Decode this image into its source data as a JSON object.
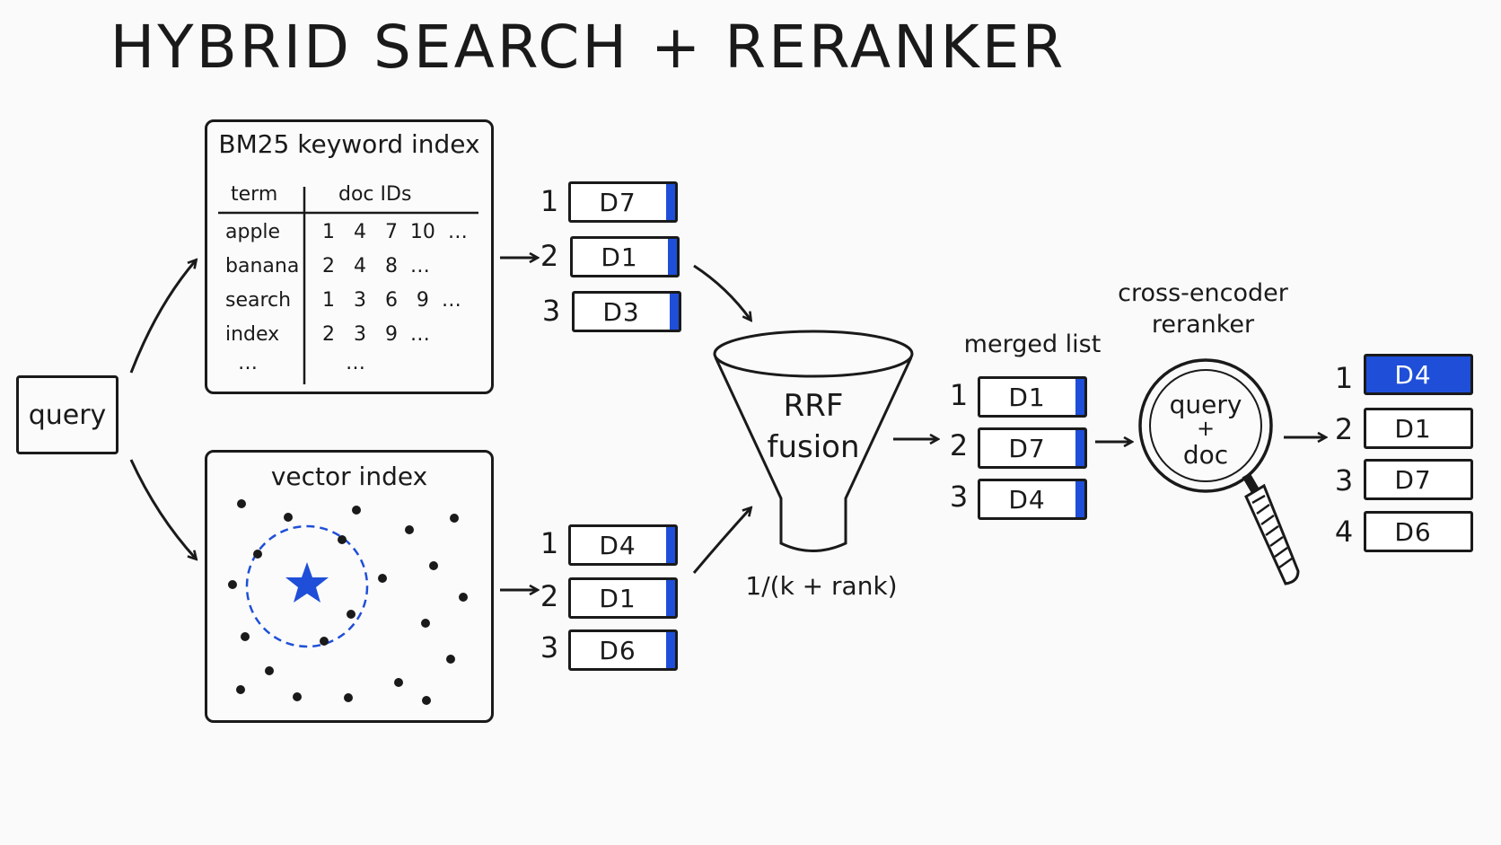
{
  "title": "HYBRID SEARCH + RERANKER",
  "query_label": "query",
  "bm25": {
    "title": "BM25 keyword index",
    "col_term": "term",
    "col_docs": "doc IDs",
    "rows": [
      {
        "term": "apple",
        "docs": "1   4   7  10  …"
      },
      {
        "term": "banana",
        "docs": "2   4   8  …"
      },
      {
        "term": "search",
        "docs": "1   3   6   9  …"
      },
      {
        "term": "index",
        "docs": "2   3   9  …"
      },
      {
        "term": "…",
        "docs": "…"
      }
    ]
  },
  "vector": {
    "title": "vector index"
  },
  "bm25_results": [
    {
      "rank": "1",
      "doc": "D7"
    },
    {
      "rank": "2",
      "doc": "D1"
    },
    {
      "rank": "3",
      "doc": "D3"
    }
  ],
  "vector_results": [
    {
      "rank": "1",
      "doc": "D4"
    },
    {
      "rank": "2",
      "doc": "D1"
    },
    {
      "rank": "3",
      "doc": "D6"
    }
  ],
  "fusion": {
    "line1": "RRF",
    "line2": "fusion",
    "formula": "1/(k + rank)"
  },
  "merged": {
    "title": "merged list",
    "items": [
      {
        "rank": "1",
        "doc": "D1"
      },
      {
        "rank": "2",
        "doc": "D7"
      },
      {
        "rank": "3",
        "doc": "D4"
      }
    ]
  },
  "reranker": {
    "title_line1": "cross-encoder",
    "title_line2": "reranker",
    "lens_line1": "query",
    "lens_line2": "+",
    "lens_line3": "doc"
  },
  "final": [
    {
      "rank": "1",
      "doc": "D4"
    },
    {
      "rank": "2",
      "doc": "D1"
    },
    {
      "rank": "3",
      "doc": "D7"
    },
    {
      "rank": "4",
      "doc": "D6"
    }
  ],
  "colors": {
    "accent": "#1f4fd8",
    "ink": "#1a1a1a"
  }
}
